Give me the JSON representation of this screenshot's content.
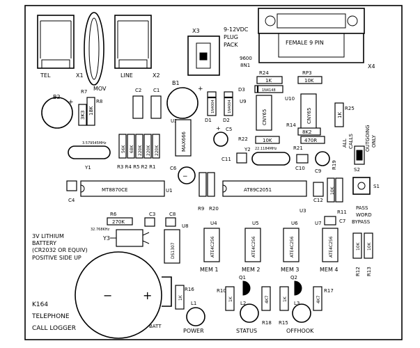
{
  "board": {
    "title_line1": "K164",
    "title_line2": "TELEPHONE",
    "title_line3": "CALL LOGGER"
  },
  "connectors": {
    "tel": "TEL",
    "line": "LINE",
    "x1": "X1",
    "x2": "X2",
    "x3": "X3",
    "x4": "X4",
    "plug_pack_1": "9-12VDC",
    "plug_pack_2": "PLUG",
    "plug_pack_3": "PACK",
    "serial": "FEMALE 9 PIN"
  },
  "bridge": {
    "name": "9600",
    "part": "8N1"
  },
  "components": {
    "b2": "B2",
    "r7": "R7",
    "r8": "R8",
    "r7_val": "3K3",
    "r8_val": "18K",
    "mov": "MOV",
    "c2": "C2",
    "c1": "C1",
    "b1": "B1",
    "u2": "U2",
    "u2_part": "MAX666",
    "d1": "D1",
    "d2": "D2",
    "d1_part": "1N4004",
    "d2_part": "1N4004",
    "r24": "R24",
    "r24_val": "1K",
    "d3": "D3",
    "d3_part": "1N4148",
    "rp3": "RP3",
    "rp3_val": "10K",
    "u9": "U9",
    "u9_part": "CNY65",
    "u10": "U10",
    "u10_part": "CNY65",
    "r25": "R25",
    "r25_val": "1K",
    "all_calls_1": "ALL",
    "all_calls_2": "CALLS",
    "outgoing_1": "OUTGOING",
    "outgoing_2": "ONLY",
    "c5": "C5",
    "r14": "R14",
    "r14_val": "8K2",
    "r22": "R22",
    "r22_val": "10K",
    "r23_val": "470R",
    "y2": "Y2",
    "y2_freq": "22.1184MHz",
    "r21": "R21",
    "c10": "C10",
    "c9": "C9",
    "y1_freq": "3.579545MHz",
    "y1": "Y1",
    "r3_val": "56K",
    "r4_val": "68K",
    "r5_val": "220K",
    "r2_val": "220K",
    "r1_val": "220K",
    "r_labels": "R3 R4 R5 R2 R1",
    "c6": "C6",
    "c11": "C11",
    "r19": "R19",
    "s2": "S2",
    "u1": "U1",
    "u1_part": "MT8870CE",
    "u3_part": "AT89C2051",
    "u3": "U3",
    "c4": "C4",
    "c12": "C12",
    "r9": "R9",
    "r20": "R20",
    "r11": "R11",
    "r11_val": "10K",
    "s1": "S1",
    "pass_1": "PASS",
    "pass_2": "WORD",
    "pass_3": "BYPASS",
    "r6": "R6",
    "r6_val": "270K",
    "c3": "C3",
    "c8": "C8",
    "c7": "C7",
    "y3_freq": "32.768KHz",
    "y3": "Y3",
    "u8": "U8",
    "u8_part": "DS1307",
    "u4": "U4",
    "u5": "U5",
    "u6": "U6",
    "u7": "U7",
    "eeprom_part": "ATE4C256",
    "mem1": "MEM 1",
    "mem2": "MEM 2",
    "mem3": "MEM 3",
    "mem4": "MEM 4",
    "r12": "R12",
    "r13": "R13",
    "r12_val": "10K",
    "r13_val": "10K",
    "battery_1": "3V LITHIUM",
    "battery_2": "BATTERY",
    "battery_3": "(CR2032 OR EQUIV)",
    "battery_4": "POSITIVE SIDE UP",
    "batt": "BATT",
    "r16": "R16",
    "r16_val": "1K",
    "l1": "L1",
    "power": "POWER",
    "r10": "R10",
    "r10_val": "1K",
    "q1": "Q1",
    "l2": "L2",
    "r18": "R18",
    "r18_val": "4K7",
    "status": "STATUS",
    "q2": "Q2",
    "r15": "R15",
    "r15_val": "1K",
    "l3": "L3",
    "r17": "R17",
    "r17_val": "4K7",
    "offhook": "OFFHOOK",
    "minus": "−",
    "plus": "+"
  }
}
